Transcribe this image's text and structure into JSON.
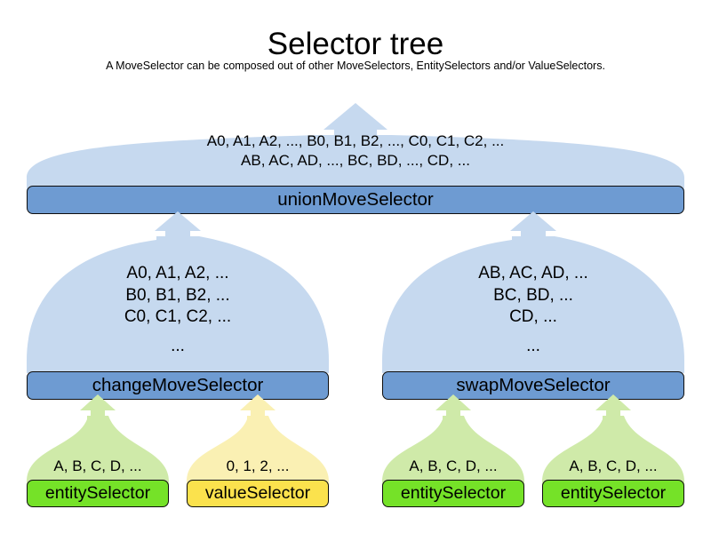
{
  "header": {
    "title": "Selector tree",
    "subtitle": "A MoveSelector can be composed out of other MoveSelectors, EntitySelectors and/or ValueSelectors."
  },
  "colors": {
    "blue_fill": "#c6d9ef",
    "blue_bar": "#6e9bd2",
    "green_fill": "#cfeaa9",
    "green_bar": "#75e228",
    "yellow_fill": "#faf0b3",
    "yellow_bar": "#fbe24d",
    "outline": "#0d0d0d",
    "background": "#ffffff",
    "text": "#000000"
  },
  "tree": {
    "root": {
      "label": "unionMoveSelector",
      "kind": "move-selector",
      "contents": [
        "A0, A1, A2, ..., B0, B1, B2, ..., C0, C1, C2, ...",
        "AB, AC, AD, ..., BC, BD, ..., CD, ..."
      ]
    },
    "level2": [
      {
        "label": "changeMoveSelector",
        "kind": "move-selector",
        "contents": [
          "A0, A1, A2, ...",
          "B0, B1, B2, ...",
          "C0, C1, C2, ...",
          "..."
        ]
      },
      {
        "label": "swapMoveSelector",
        "kind": "move-selector",
        "contents": [
          "AB, AC, AD, ...",
          "BC, BD, ...",
          "CD, ...",
          "..."
        ]
      }
    ],
    "leaves": [
      {
        "label": "entitySelector",
        "kind": "entity-selector",
        "contents": [
          "A, B, C, D, ..."
        ]
      },
      {
        "label": "valueSelector",
        "kind": "value-selector",
        "contents": [
          "0, 1, 2, ..."
        ]
      },
      {
        "label": "entitySelector",
        "kind": "entity-selector",
        "contents": [
          "A, B, C, D, ..."
        ]
      },
      {
        "label": "entitySelector",
        "kind": "entity-selector",
        "contents": [
          "A, B, C, D, ..."
        ]
      }
    ]
  }
}
